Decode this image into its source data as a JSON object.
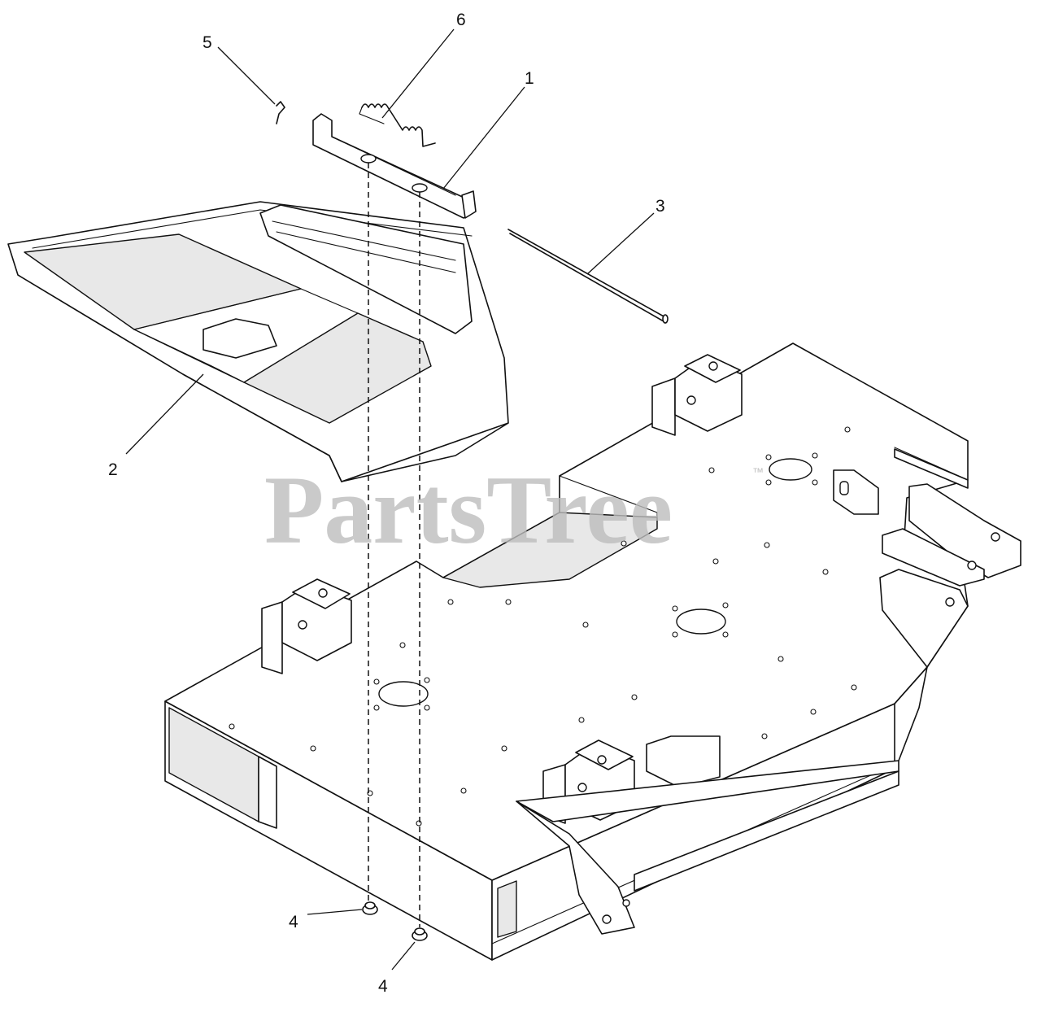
{
  "watermark": {
    "text": "PartsTree",
    "trademark": "™"
  },
  "callouts": [
    {
      "id": "1",
      "label": "1"
    },
    {
      "id": "2",
      "label": "2"
    },
    {
      "id": "3",
      "label": "3"
    },
    {
      "id": "4a",
      "label": "4"
    },
    {
      "id": "4b",
      "label": "4"
    },
    {
      "id": "5",
      "label": "5"
    },
    {
      "id": "6",
      "label": "6"
    }
  ]
}
